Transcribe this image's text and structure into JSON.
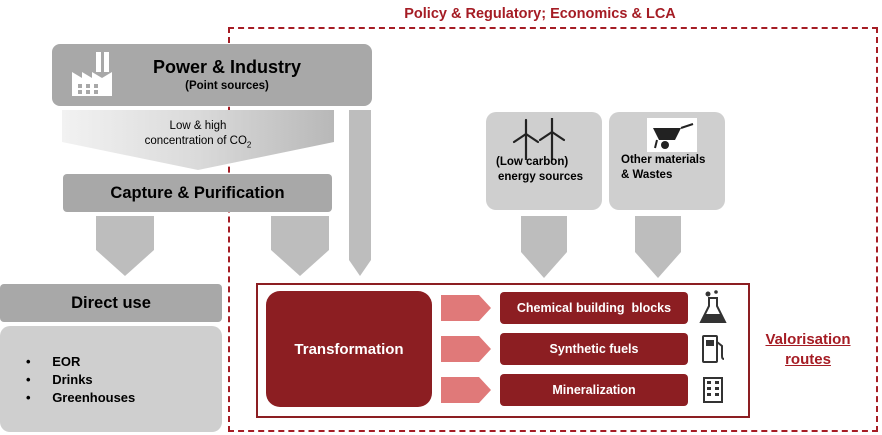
{
  "policy_frame": {
    "title": "Policy & Regulatory; Economics & LCA",
    "color": "#a51c24"
  },
  "power_industry": {
    "title": "Power & Industry",
    "subtitle": "(Point sources)",
    "icon": "factory-icon"
  },
  "co2_concentration": {
    "line1": "Low & high",
    "line2": "concentration of CO",
    "subscript": "2"
  },
  "capture": {
    "title": "Capture & Purification"
  },
  "direct_use": {
    "title": "Direct use",
    "items": [
      "EOR",
      "Drinks",
      "Greenhouses"
    ]
  },
  "energy_sources": {
    "line1": "(Low carbon)",
    "line2": "energy sources",
    "icon": "wind-turbine-icon"
  },
  "materials": {
    "line1": "Other materials",
    "line2": "& Wastes",
    "icon": "wheelbarrow-icon"
  },
  "transformation": {
    "title": "Transformation",
    "color": "#8c1e22"
  },
  "outputs": [
    {
      "label": "Chemical building  blocks",
      "icon": "flask-icon"
    },
    {
      "label": "Synthetic fuels",
      "icon": "fuel-pump-icon"
    },
    {
      "label": "Mineralization",
      "icon": "building-icon"
    }
  ],
  "valorisation": {
    "line1": "Valorisation",
    "line2": "routes"
  }
}
